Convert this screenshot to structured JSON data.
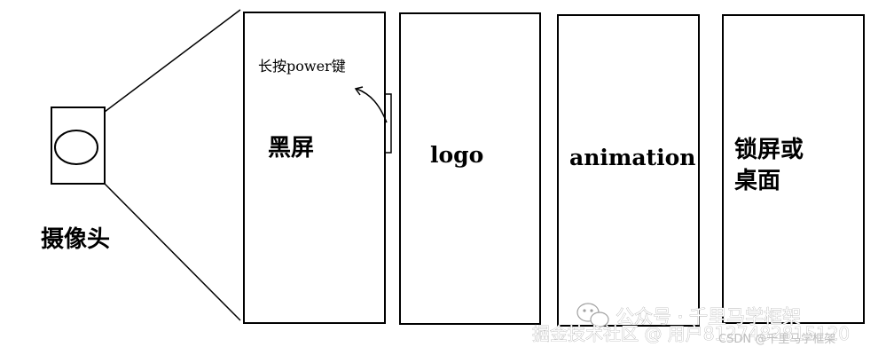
{
  "camera": {
    "label": "摄像头"
  },
  "screens": [
    {
      "label_lines": [
        "黑屏"
      ],
      "note": "长按power键"
    },
    {
      "label_lines": [
        "logo"
      ]
    },
    {
      "label_lines": [
        "animation"
      ]
    },
    {
      "label_lines": [
        "锁屏或",
        "桌面"
      ]
    }
  ],
  "watermarks": {
    "wechat": "公众号 · 千里马学框架",
    "juejin": "掘金技术社区 @ 用户8127482815120",
    "csdn": "CSDN @千里马学框架"
  },
  "colors": {
    "stroke": "#000000",
    "background": "#ffffff",
    "watermark": "#9a9a9a"
  }
}
